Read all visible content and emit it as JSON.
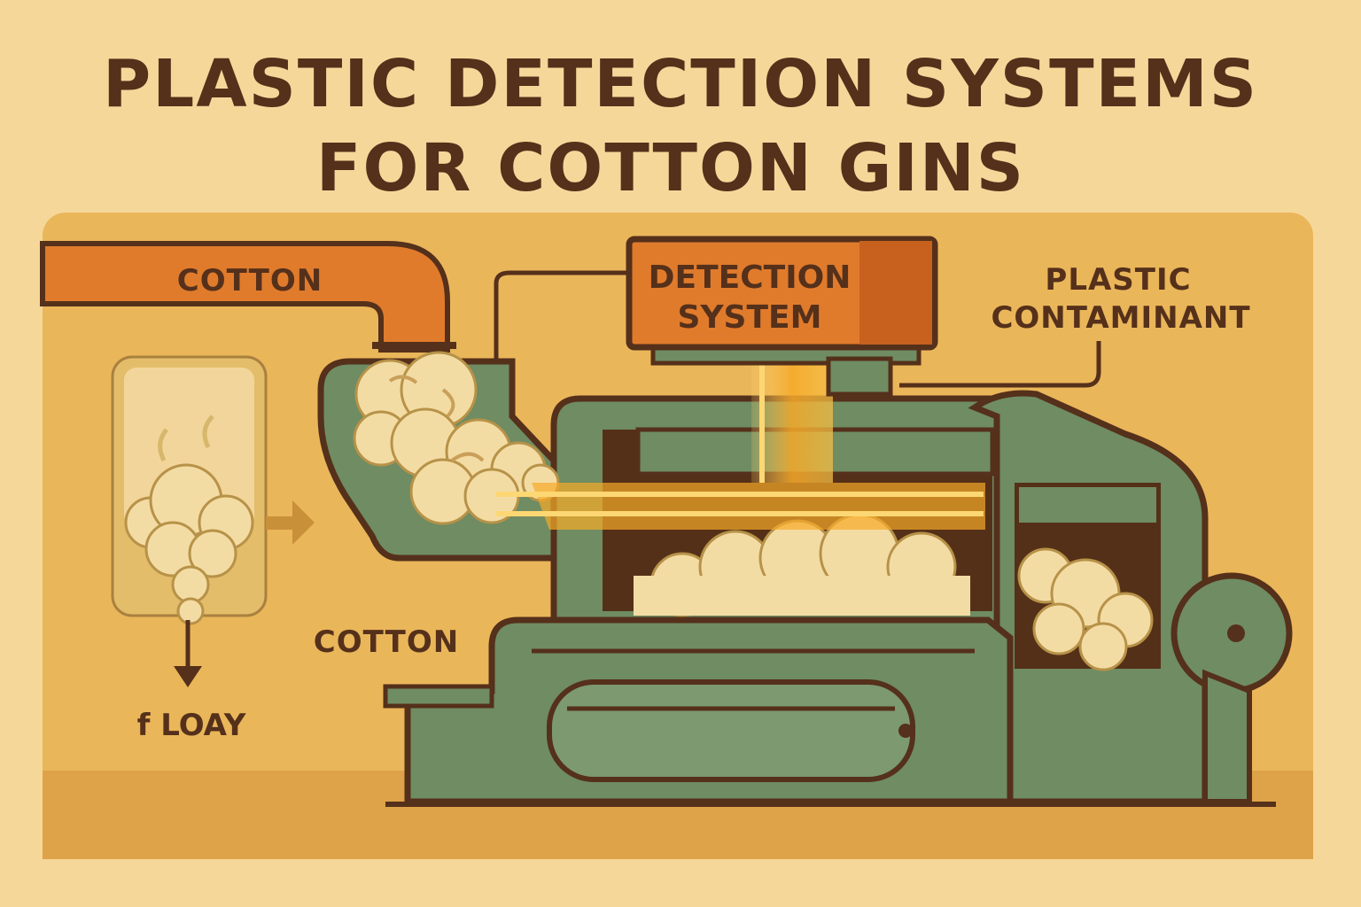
{
  "title": {
    "line1": "PLASTIC DETECTION SYSTEMS",
    "line2": "FOR COTTON GINS"
  },
  "labels": {
    "cotton_pipe": "COTTON",
    "detector_line1": "DETECTION",
    "detector_line2": "SYSTEM",
    "plastic_line1": "PLASTIC",
    "plastic_line2": "CONTAMINANT",
    "cotton_lower": "COTTON",
    "floay": "f LOAY"
  },
  "colors": {
    "background": "#f6d79a",
    "panel": "#eab65a",
    "pipe_orange": "#e07b2c",
    "machine_green": "#6f8c63",
    "outline_brown": "#55301a",
    "cotton_cream": "#f3dca4",
    "beam_orange": "#f7a928"
  }
}
